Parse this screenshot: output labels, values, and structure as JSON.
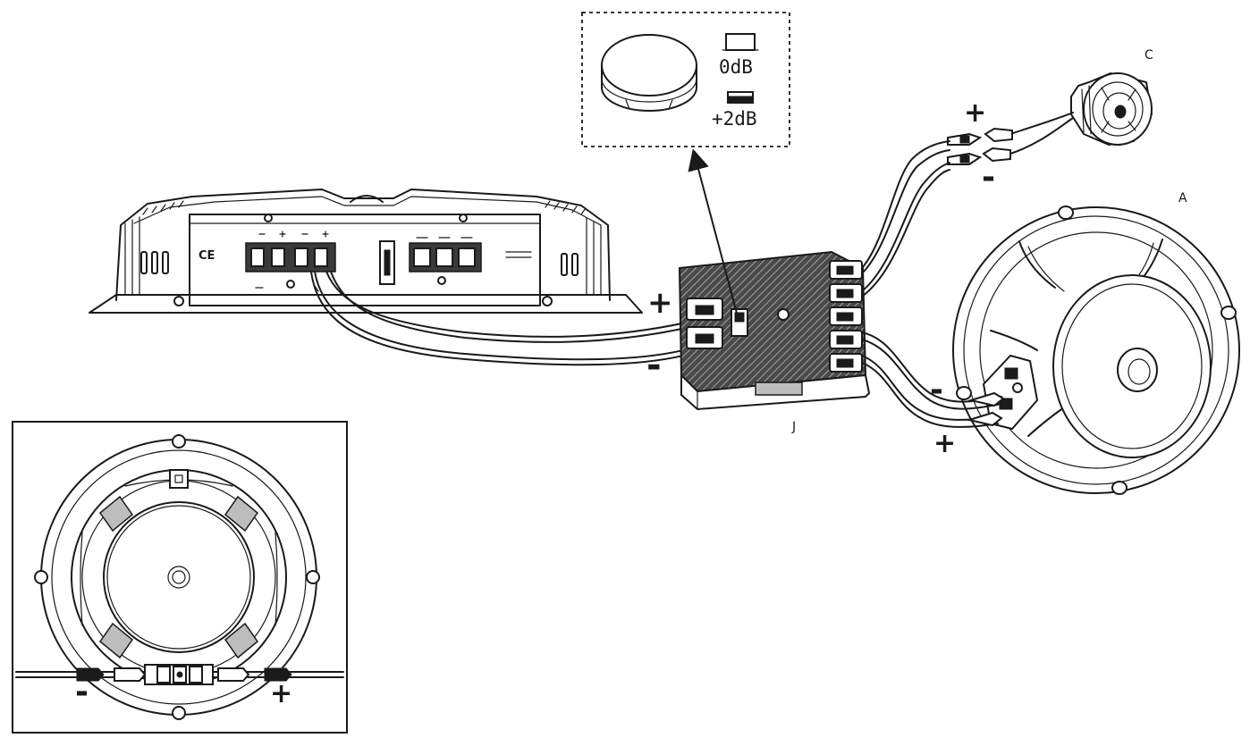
{
  "labels": {
    "midwoofer": "A",
    "tweeter": "C",
    "crossover": "J",
    "amp_ce_mark": "CE"
  },
  "tweeter_gain": {
    "setting_flat": "0dB",
    "setting_boost": "+2dB"
  },
  "polarity": {
    "plus": "+",
    "minus": "-"
  },
  "colors": {
    "line": "#1a1a1a",
    "background": "#ffffff",
    "crossover_fill": "#3a3a3a"
  }
}
